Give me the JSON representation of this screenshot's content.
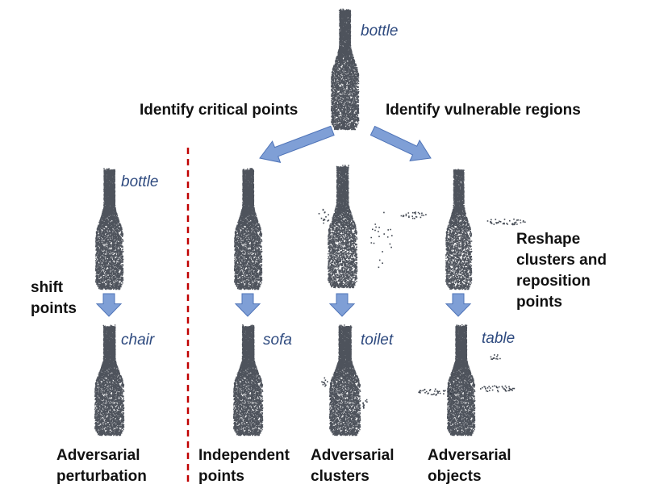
{
  "top": {
    "class_label": "bottle",
    "left_step": "Identify critical points",
    "right_step": "Identify vulnerable regions"
  },
  "baseline": {
    "class_before": "bottle",
    "class_after": "chair",
    "step_label": [
      "shift",
      "points"
    ],
    "caption": [
      "Adversarial",
      "perturbation"
    ]
  },
  "independent": {
    "class_after": "sofa",
    "caption": [
      "Independent",
      "points"
    ]
  },
  "clusters": {
    "class_after": "toilet",
    "caption": [
      "Adversarial",
      "clusters"
    ]
  },
  "objects": {
    "class_after": "table",
    "step_label": [
      "Reshape",
      "clusters and",
      "reposition",
      "points"
    ],
    "caption": [
      "Adversarial",
      "objects"
    ]
  },
  "colors": {
    "arrow_fill": "#7f9fd6",
    "arrow_stroke": "#4f74b8",
    "divider": "#c00000",
    "points": "#2f3540",
    "class_text": "#2e4a7f"
  }
}
